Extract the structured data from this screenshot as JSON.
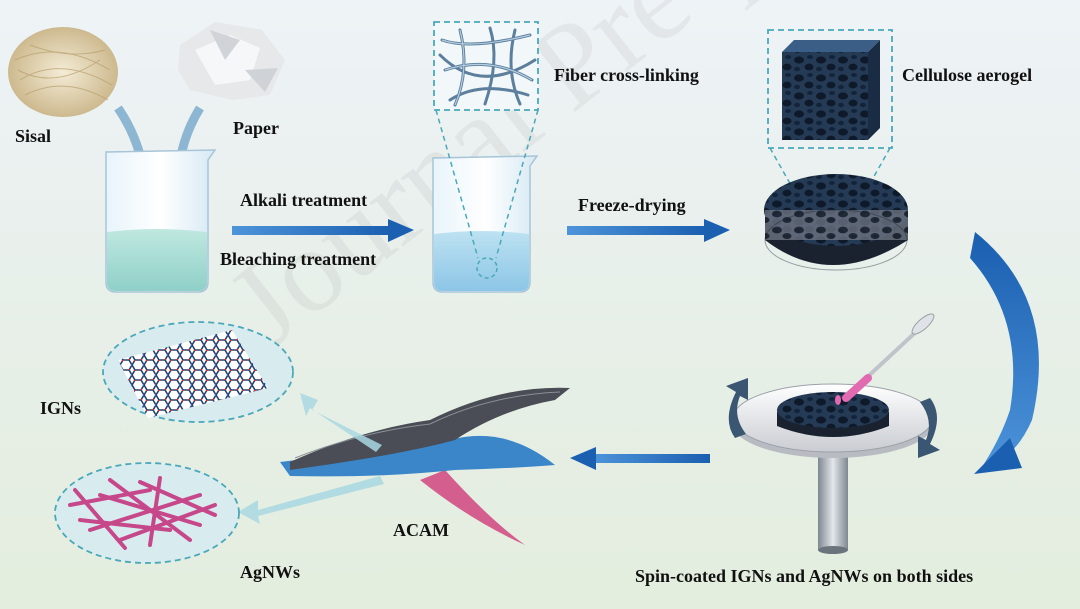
{
  "labels": {
    "sisal": "Sisal",
    "paper": "Paper",
    "alkali": "Alkali treatment",
    "bleaching": "Bleaching treatment",
    "fiber": "Fiber cross-linking",
    "freeze": "Freeze-drying",
    "aerogel": "Cellulose aerogel",
    "igns": "IGNs",
    "agnws": "AgNWs",
    "acam": "ACAM",
    "spin": "Spin-coated IGNs and AgNWs on both sides"
  },
  "watermark": "Journal Pre-proof",
  "colors": {
    "arrow_blue": "#1f6fc4",
    "liquid": "#a9dcd6",
    "aerogel_dark": "#2a3340",
    "nanowire_pink": "#d44f94",
    "dashed_teal": "#4aa8b8"
  }
}
